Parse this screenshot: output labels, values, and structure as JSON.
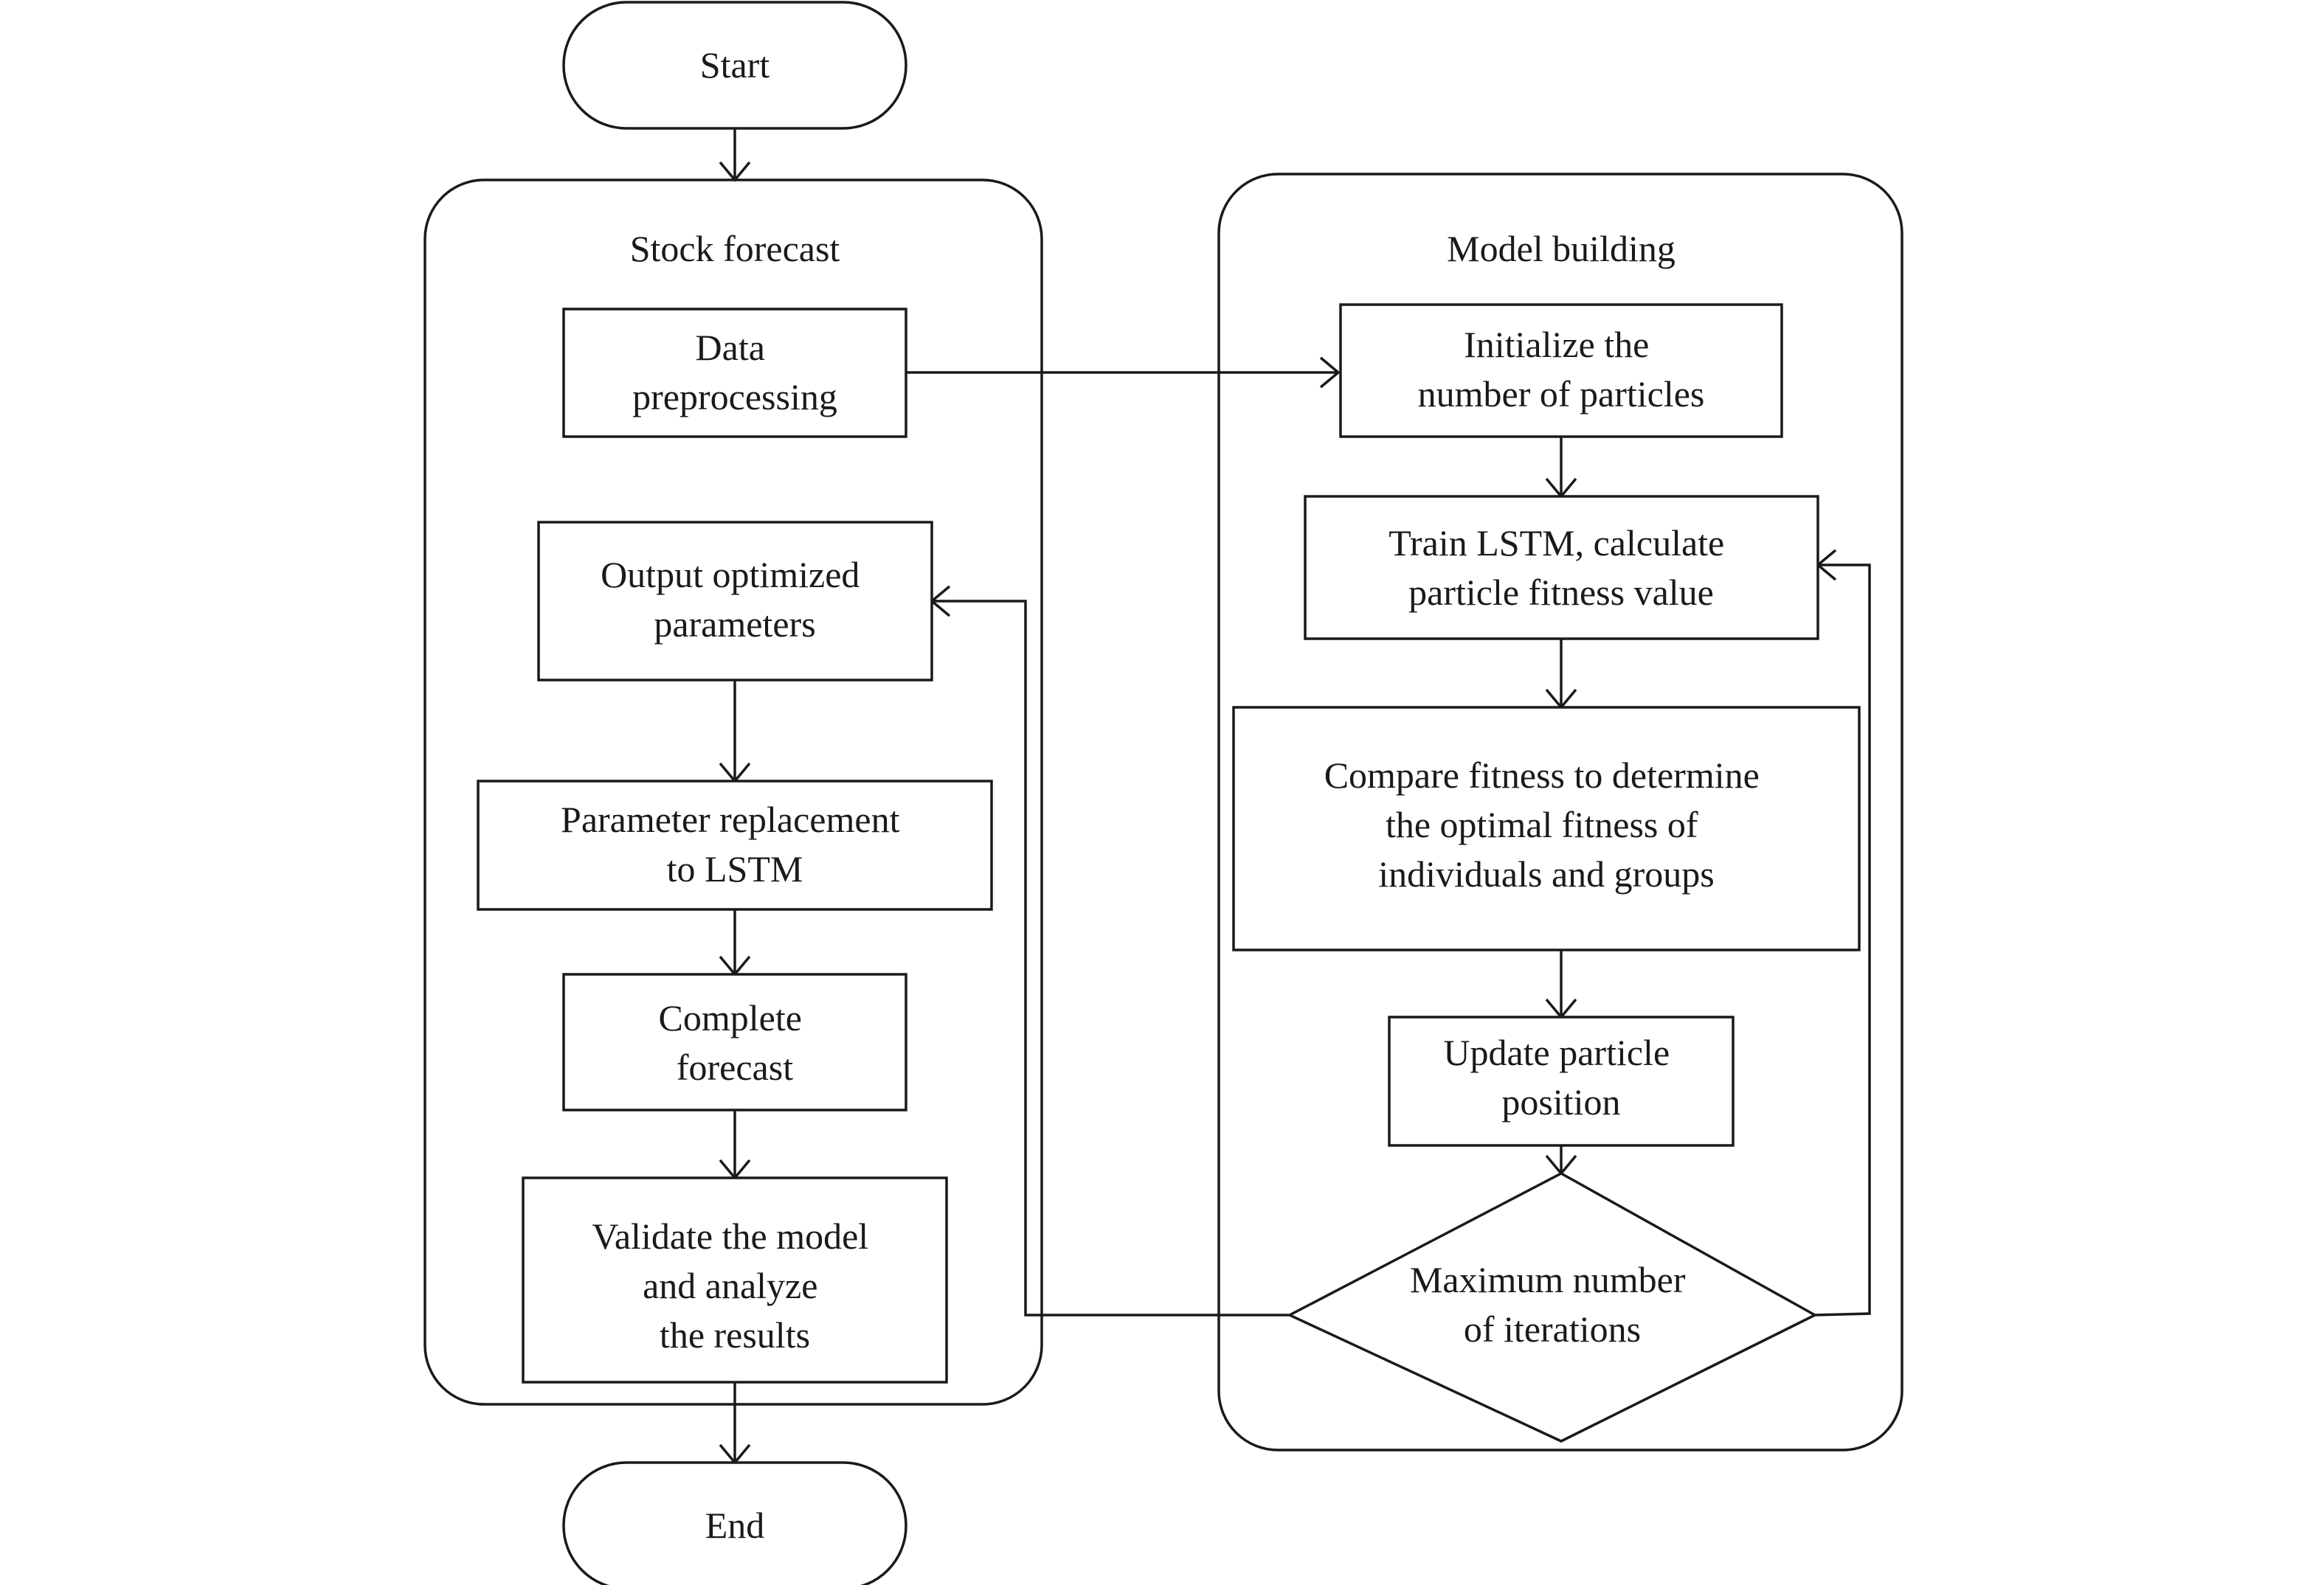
{
  "terminals": {
    "start": "Start",
    "end": "End"
  },
  "groups": {
    "stock_forecast": "Stock forecast",
    "model_building": "Model building"
  },
  "nodes": {
    "data_preprocessing": [
      "Data",
      "preprocessing"
    ],
    "output_params": [
      "Output optimized",
      "parameters"
    ],
    "param_replacement": [
      "Parameter replacement",
      "to LSTM"
    ],
    "complete_forecast": [
      "Complete",
      "forecast"
    ],
    "validate": [
      "Validate the model",
      "and analyze",
      "the results"
    ],
    "init_particles": [
      "Initialize the",
      "number of particles"
    ],
    "train_lstm": [
      "Train LSTM, calculate",
      "particle fitness value"
    ],
    "compare_fitness": [
      "Compare fitness to determine",
      "the optimal fitness of",
      "individuals and groups"
    ],
    "update_position": [
      "Update particle",
      "position"
    ],
    "max_iterations": [
      "Maximum number",
      "of iterations"
    ]
  }
}
